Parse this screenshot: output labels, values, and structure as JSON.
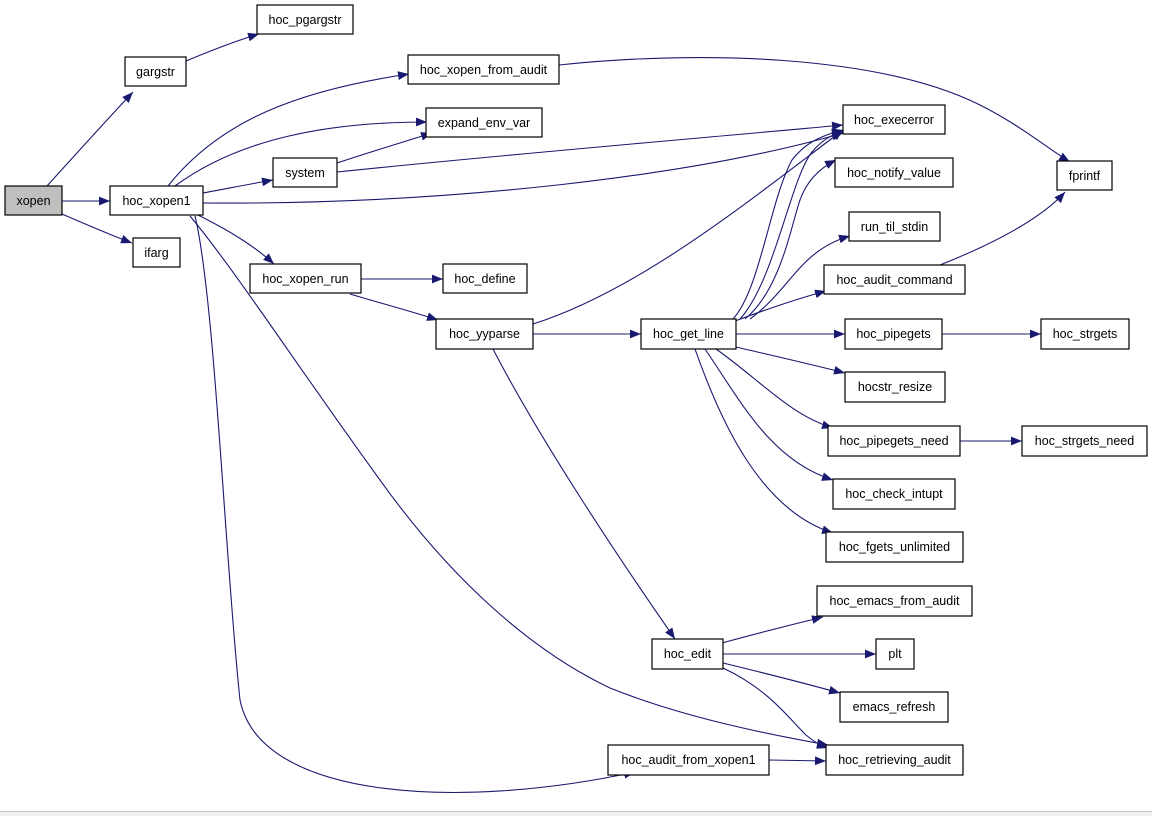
{
  "graph": {
    "nodes": {
      "xopen": "xopen",
      "gargstr": "gargstr",
      "hoc_pgargstr": "hoc_pgargstr",
      "hoc_xopen1": "hoc_xopen1",
      "ifarg": "ifarg",
      "hoc_xopen_from_audit": "hoc_xopen_from_audit",
      "expand_env_var": "expand_env_var",
      "system": "system",
      "hoc_execerror": "hoc_execerror",
      "fprintf": "fprintf",
      "hoc_notify_value": "hoc_notify_value",
      "run_til_stdin": "run_til_stdin",
      "hoc_audit_command": "hoc_audit_command",
      "hoc_xopen_run": "hoc_xopen_run",
      "hoc_define": "hoc_define",
      "hoc_yyparse": "hoc_yyparse",
      "hoc_get_line": "hoc_get_line",
      "hoc_pipegets": "hoc_pipegets",
      "hoc_strgets": "hoc_strgets",
      "hocstr_resize": "hocstr_resize",
      "hoc_pipegets_need": "hoc_pipegets_need",
      "hoc_strgets_need": "hoc_strgets_need",
      "hoc_check_intupt": "hoc_check_intupt",
      "hoc_fgets_unlimited": "hoc_fgets_unlimited",
      "hoc_emacs_from_audit": "hoc_emacs_from_audit",
      "hoc_edit": "hoc_edit",
      "plt": "plt",
      "emacs_refresh": "emacs_refresh",
      "hoc_audit_from_xopen1": "hoc_audit_from_xopen1",
      "hoc_retrieving_audit": "hoc_retrieving_audit"
    },
    "edges": [
      [
        "xopen",
        "gargstr"
      ],
      [
        "xopen",
        "hoc_xopen1"
      ],
      [
        "xopen",
        "ifarg"
      ],
      [
        "gargstr",
        "hoc_pgargstr"
      ],
      [
        "hoc_xopen1",
        "hoc_xopen_from_audit"
      ],
      [
        "hoc_xopen1",
        "expand_env_var"
      ],
      [
        "hoc_xopen1",
        "system"
      ],
      [
        "hoc_xopen1",
        "hoc_execerror"
      ],
      [
        "hoc_xopen1",
        "hoc_xopen_run"
      ],
      [
        "hoc_xopen1",
        "hoc_retrieving_audit"
      ],
      [
        "hoc_xopen1",
        "hoc_audit_from_xopen1"
      ],
      [
        "hoc_xopen_from_audit",
        "fprintf"
      ],
      [
        "system",
        "expand_env_var"
      ],
      [
        "system",
        "hoc_execerror"
      ],
      [
        "hoc_xopen_run",
        "hoc_define"
      ],
      [
        "hoc_xopen_run",
        "hoc_yyparse"
      ],
      [
        "hoc_yyparse",
        "hoc_execerror"
      ],
      [
        "hoc_yyparse",
        "hoc_get_line"
      ],
      [
        "hoc_yyparse",
        "hoc_edit"
      ],
      [
        "hoc_get_line",
        "hoc_execerror"
      ],
      [
        "hoc_get_line",
        "hoc_notify_value"
      ],
      [
        "hoc_get_line",
        "run_til_stdin"
      ],
      [
        "hoc_get_line",
        "hoc_audit_command"
      ],
      [
        "hoc_get_line",
        "hoc_pipegets"
      ],
      [
        "hoc_get_line",
        "hocstr_resize"
      ],
      [
        "hoc_get_line",
        "hoc_pipegets_need"
      ],
      [
        "hoc_get_line",
        "hoc_check_intupt"
      ],
      [
        "hoc_get_line",
        "hoc_fgets_unlimited"
      ],
      [
        "hoc_audit_command",
        "fprintf"
      ],
      [
        "hoc_pipegets",
        "hoc_strgets"
      ],
      [
        "hoc_pipegets_need",
        "hoc_strgets_need"
      ],
      [
        "hoc_edit",
        "hoc_emacs_from_audit"
      ],
      [
        "hoc_edit",
        "plt"
      ],
      [
        "hoc_edit",
        "emacs_refresh"
      ],
      [
        "hoc_edit",
        "hoc_retrieving_audit"
      ],
      [
        "hoc_audit_from_xopen1",
        "hoc_retrieving_audit"
      ]
    ]
  }
}
